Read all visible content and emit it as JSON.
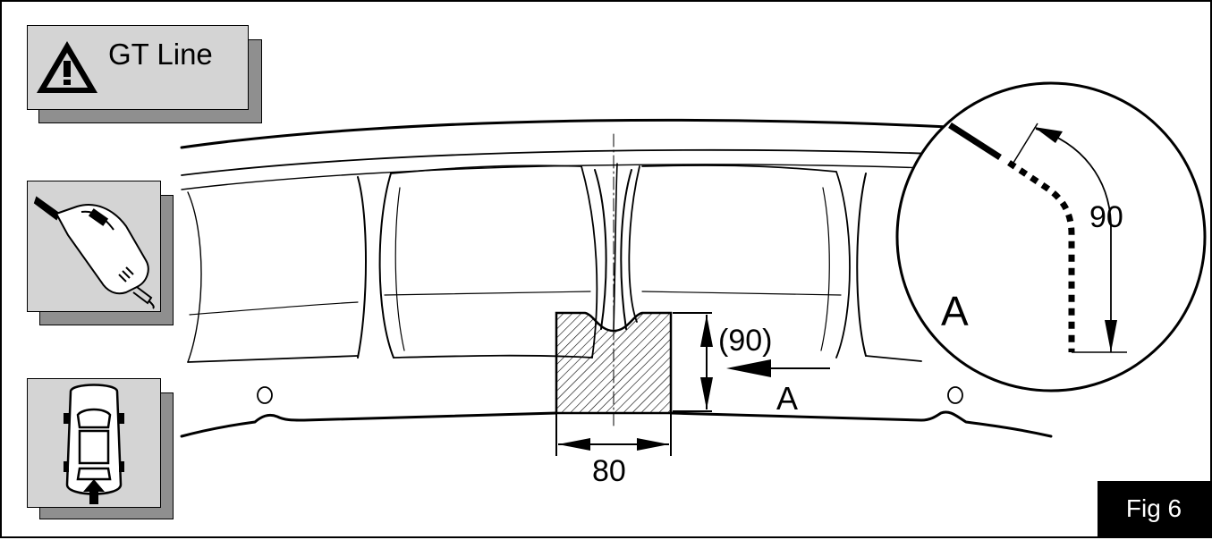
{
  "warning_panel": {
    "label": "GT Line",
    "icon": "warning-triangle-icon"
  },
  "tool_panel": {
    "icon": "oscillating-multitool-icon"
  },
  "location_panel": {
    "icon": "car-rear-view-arrow-icon"
  },
  "dimensions": {
    "cut_width": "80",
    "cut_height": "(90)",
    "detail_length": "90"
  },
  "view_labels": {
    "arrow_label": "A",
    "detail_label": "A"
  },
  "figure_label": "Fig 6",
  "colors": {
    "panel_face": "#d4d4d4",
    "panel_shadow": "#8f8f8f",
    "badge_bg": "#000000"
  }
}
